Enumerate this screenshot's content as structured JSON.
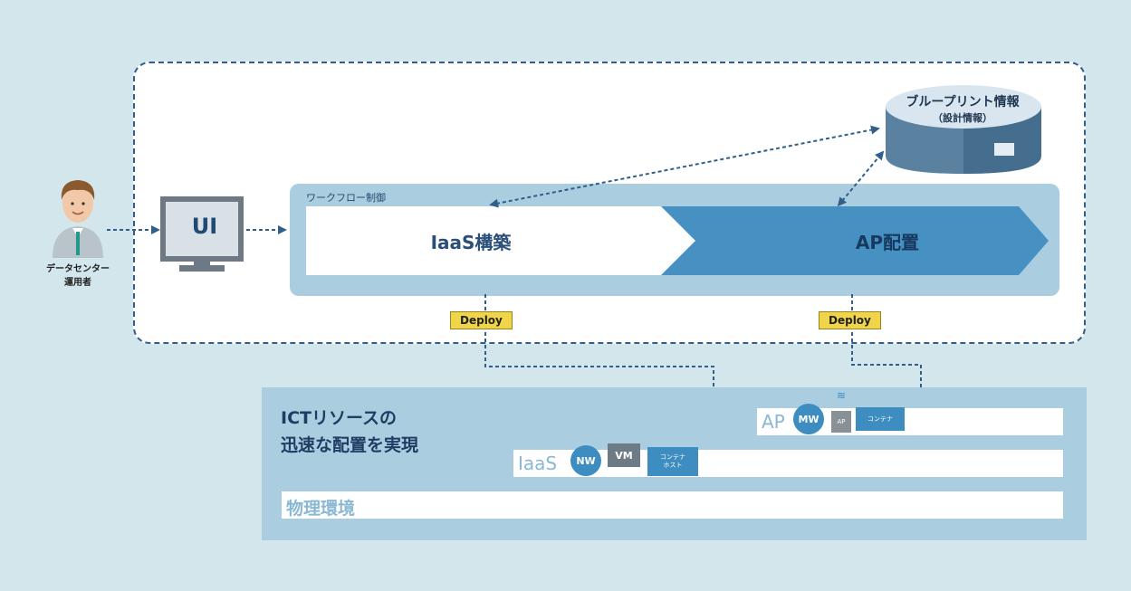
{
  "operator": {
    "label_line1": "データセンター",
    "label_line2": "運用者"
  },
  "ui_box": {
    "label": "UI"
  },
  "workflow": {
    "title": "ワークフロー制御",
    "stage_iaas": "IaaS構築",
    "stage_ap": "AP配置"
  },
  "blueprint": {
    "title": "ブループリント情報",
    "subtitle": "（設計情報）"
  },
  "deploy": {
    "left": "Deploy",
    "right": "Deploy"
  },
  "ict": {
    "title_line1": "ICTリソースの",
    "title_line2": "迅速な配置を実現",
    "layer_ap": {
      "label": "AP",
      "mw": "MW",
      "ap_icon": "AP",
      "container": "コンテナ"
    },
    "layer_iaas": {
      "label": "IaaS",
      "nw": "NW",
      "vm": "VM",
      "container_host_1": "コンテナ",
      "container_host_2": "ホスト"
    },
    "layer_physical": {
      "label": "物理環境"
    }
  },
  "colors": {
    "background": "#d2e6ec",
    "panel": "#abcde0",
    "accent": "#3e8dc0",
    "deploy": "#f0d44a",
    "dashed": "#2f5f8a"
  }
}
